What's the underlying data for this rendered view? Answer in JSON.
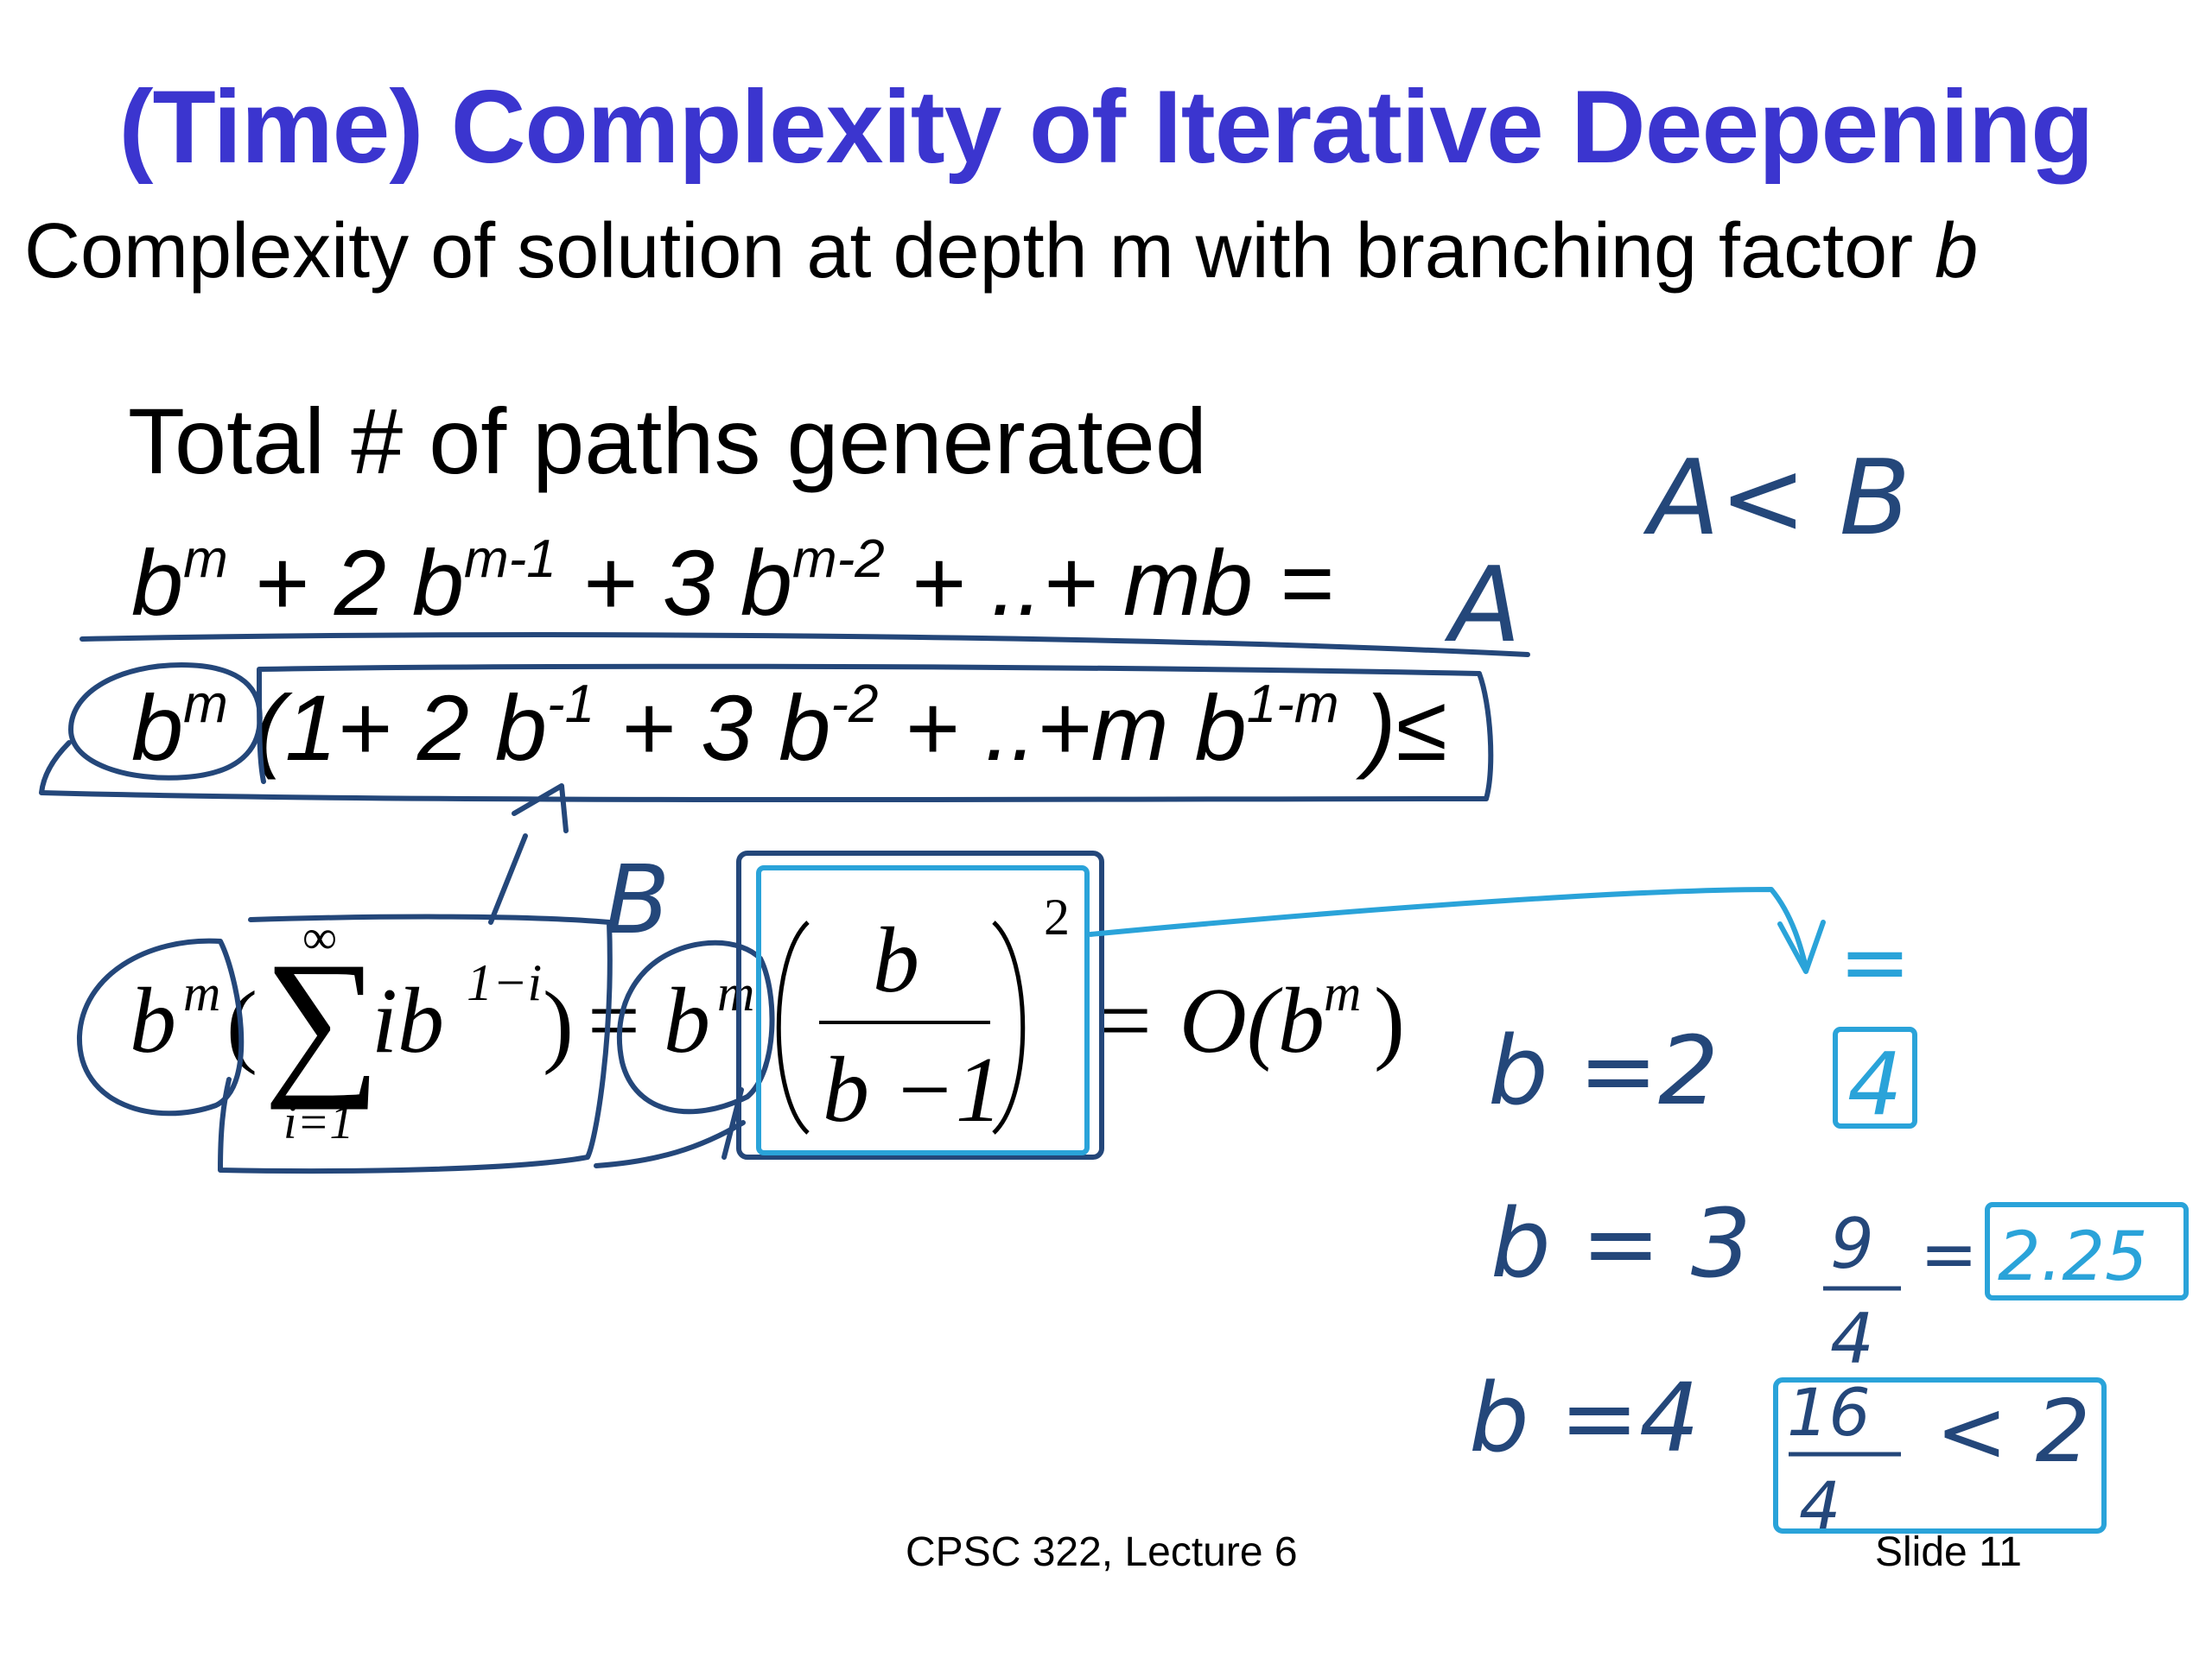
{
  "slide": {
    "title": "(Time) Complexity of Iterative Deepening",
    "subtitle_text": "Complexity of solution at depth m with branching factor ",
    "subtitle_var": "b",
    "heading": "Total # of paths generated",
    "eq1": {
      "t1": "b",
      "t1_sup": "m",
      "t2": " + 2 b",
      "t2_sup": "m-1",
      "t3": " + 3 b",
      "t3_sup": "m-2",
      "t4": " + ..+ mb ="
    },
    "eq2": {
      "t1": "b",
      "t1_sup": "m",
      "t2": " (1+ 2 b",
      "t2_sup": "-1",
      "t3": " + 3 b",
      "t3_sup": "-2",
      "t4": " + ..+m b",
      "t4_sup": "1-m",
      "t5": " )≤"
    },
    "formula": {
      "b1": "b",
      "m1": "m",
      "open_paren": "(",
      "sigma": "∑",
      "upper_limit": "∞",
      "lower_limit": "i=1",
      "summand": "ib",
      "summand_exp": "1−i",
      "close_paren": ")",
      "equals": "=",
      "b2": "b",
      "m2": "m",
      "numerator": "b",
      "denominator": "b −1",
      "square": "2",
      "result": "= O(b",
      "result_exp": "m",
      "result_close": ")"
    },
    "footer_left": "CPSC 322, Lecture 6",
    "footer_right": "Slide 11"
  },
  "annotations": {
    "label_a": "A",
    "label_b": "B",
    "inequality": "A< B",
    "equals_mark": "=",
    "b2": "b =2",
    "b2_val": "4",
    "b3": "b = 3",
    "b3_num": "9",
    "b3_den": "4",
    "b3_eq": "=",
    "b3_val": "2.25",
    "b4": "b =4",
    "b4_num": "16",
    "b4_den": "4",
    "b4_cmp": "< 2"
  },
  "colors": {
    "title": "#3b35cf",
    "ink_dark": "#24477a",
    "ink_light": "#2aa3d9"
  }
}
